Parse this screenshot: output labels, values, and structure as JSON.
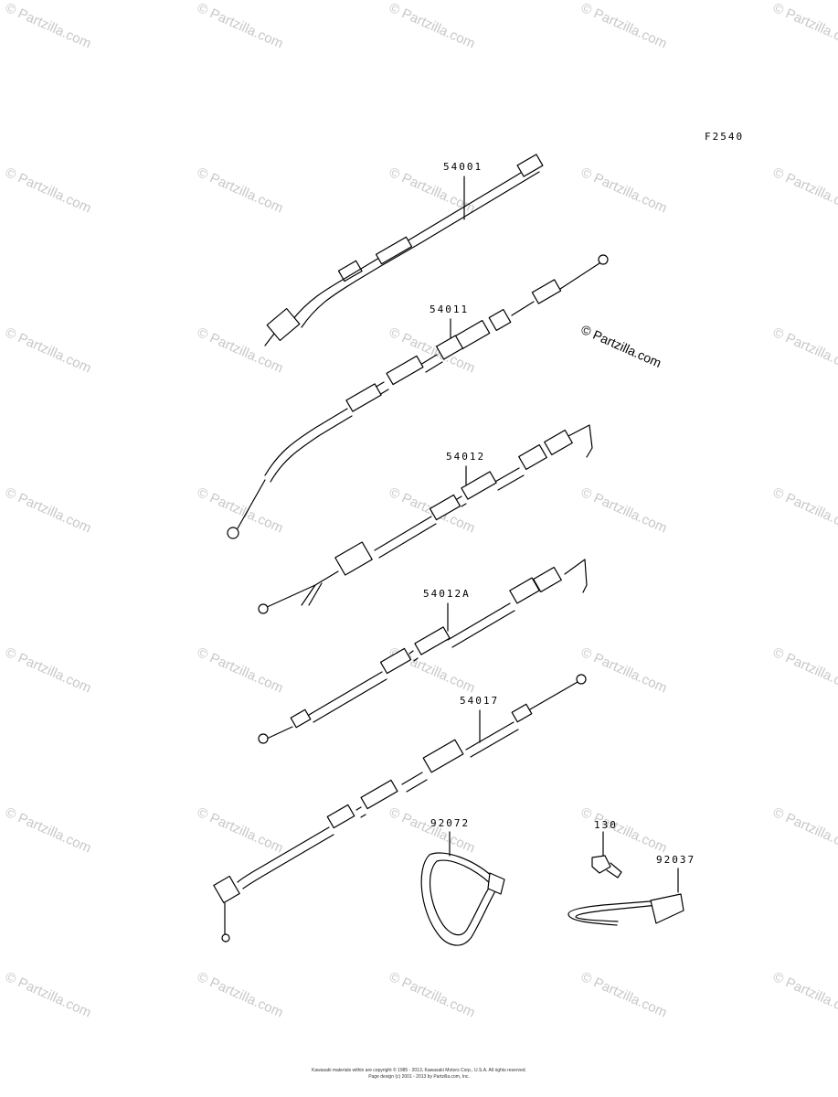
{
  "figure_code": "F2540",
  "parts": [
    {
      "number": "54001"
    },
    {
      "number": "54011"
    },
    {
      "number": "54012"
    },
    {
      "number": "54012A"
    },
    {
      "number": "54017"
    },
    {
      "number": "92072"
    },
    {
      "number": "130"
    },
    {
      "number": "92037"
    }
  ],
  "watermark_text": "© Partzilla.com",
  "footer": {
    "line1": "Kawasaki materials within are copyright © 1985 - 2013, Kawasaki Motors Corp., U.S.A. All rights reserved.",
    "line2": "Page design (c) 2001 - 2013 by Partzilla.com, Inc."
  }
}
